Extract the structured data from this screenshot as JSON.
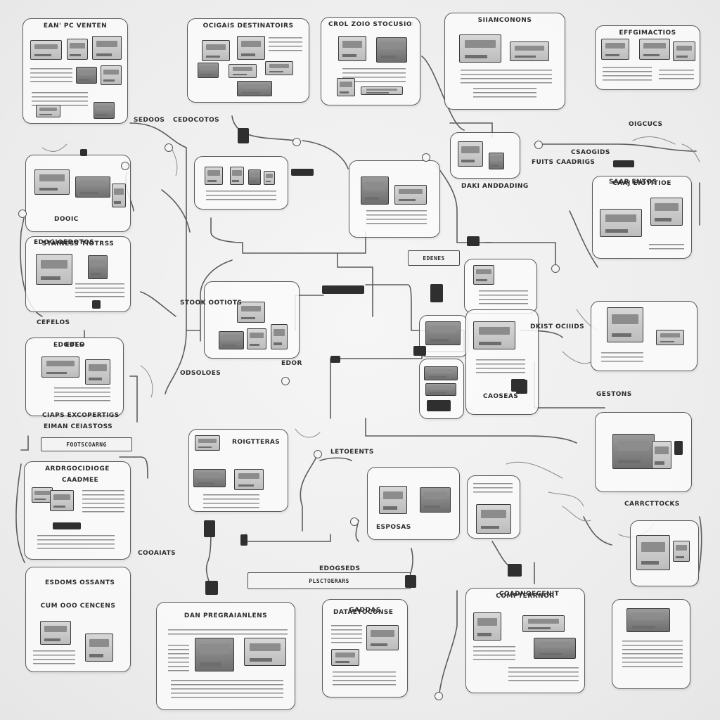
{
  "diagram": {
    "panel_titles": {
      "p01": "EAN' PC VENTEN",
      "p02": "OCIGAIS DESTINATOIRS",
      "p03": "CROL ZOIO STOCUSIOS",
      "p04": "SIIANCONONS",
      "p05": "EFFGIMACTIOS",
      "p06": "STAINESS TIOTRSS",
      "p07": "ETTS",
      "p08": "OIGCUCS",
      "p09": "CAADMEE",
      "p10": "CAAJ EIOTITIOE",
      "p11": "EDOR",
      "p12": "ARDRGOCIDIOGE",
      "p13": "FUITS CAADRIGS",
      "p14": "CIAPS EXCOPERTIGS",
      "p15": "DAN PREGRAIANLENS",
      "p16": "GADDAS",
      "p17": "COMPTERRNOR",
      "p18": "CUM OOO CENCENS"
    },
    "labels": {
      "l01": "SEDOOS",
      "l02": "CEDOCOTOS",
      "l03": "EDOGIOEDOTOS",
      "l04": "CEFELOS",
      "l05": "EIMAN CEIASTOSS",
      "l06": "STOOK OOTIOTS",
      "l07": "DAKI ANDDADING",
      "l08": "SAAR ENTOS",
      "l09": "GESTONS",
      "l10": "CARRCTTOCKS",
      "l11": "ROIGTTERAS",
      "l12": "LETOEENTS",
      "l13": "DKIST OCIIIDS",
      "l14": "COOAIATS",
      "l15": "EDOGSEDS",
      "l16": "ESDOMS OSSANTS",
      "l17": "DATAETOCONSE",
      "l18": "COADNOEGENIT",
      "l19": "CSAOGIDS",
      "l20": "DOOIC",
      "l21": "CAOSEAS",
      "l22": "ESPOSAS",
      "l23": "EDODEO",
      "l24": "ODSOLOES"
    },
    "bars": {
      "b01": "FOOTSCOARNG",
      "b02": "PLSCTOERARS",
      "b03": "EDENES"
    },
    "colors": {
      "ink": "#2c2c2c",
      "line": "#5a5a5a",
      "paper": "#efefef"
    }
  }
}
